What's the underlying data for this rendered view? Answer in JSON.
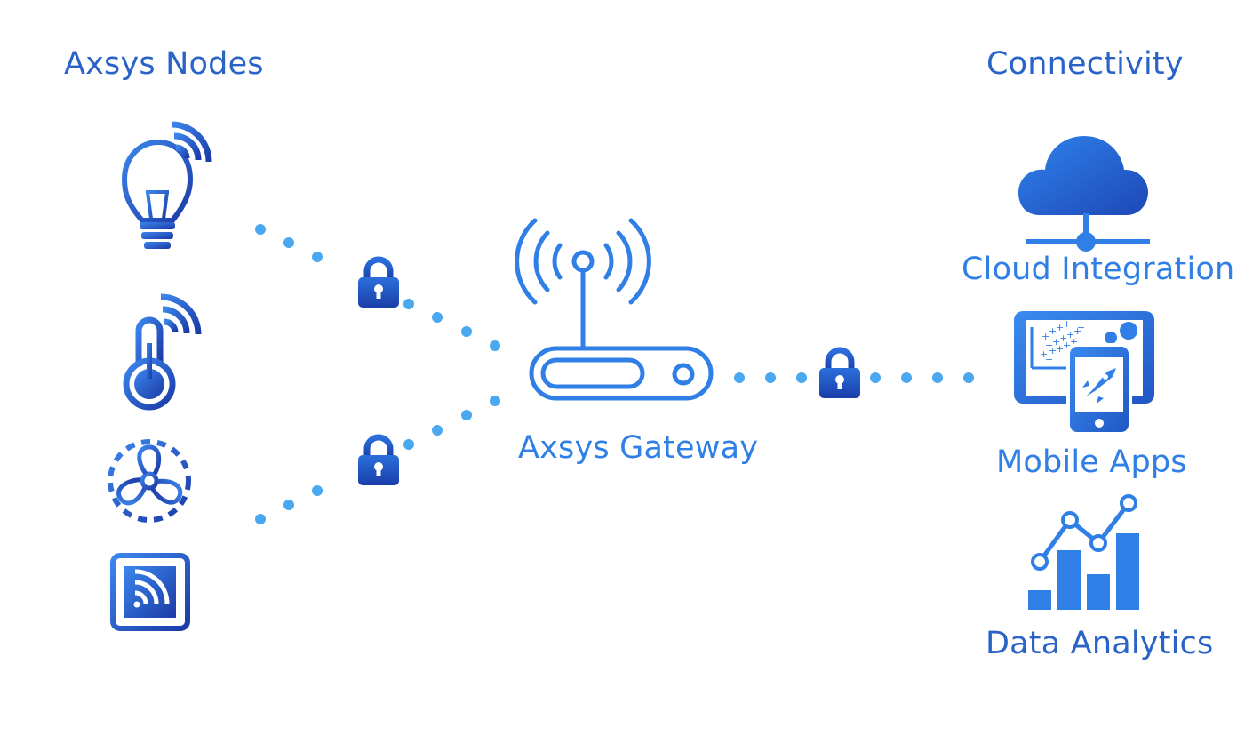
{
  "colors": {
    "accent": "#2f7fe6",
    "heading": "#2a63c7",
    "dark": "#1a3da8",
    "dot": "#4aa8f0",
    "lock": "#1f58c4"
  },
  "headings": {
    "nodes": "Axsys Nodes",
    "connectivity": "Connectivity"
  },
  "gateway": {
    "label": "Axsys Gateway"
  },
  "nodes": [
    {
      "icon": "light-bulb-icon"
    },
    {
      "icon": "thermometer-icon"
    },
    {
      "icon": "fan-icon"
    },
    {
      "icon": "wireless-panel-icon"
    }
  ],
  "services": [
    {
      "icon": "cloud-integration-icon",
      "label": "Cloud Integration"
    },
    {
      "icon": "mobile-apps-icon",
      "label": "Mobile Apps"
    },
    {
      "icon": "data-analytics-icon",
      "label": "Data Analytics"
    }
  ],
  "locks": {
    "icon": "padlock-icon",
    "count": 3
  }
}
